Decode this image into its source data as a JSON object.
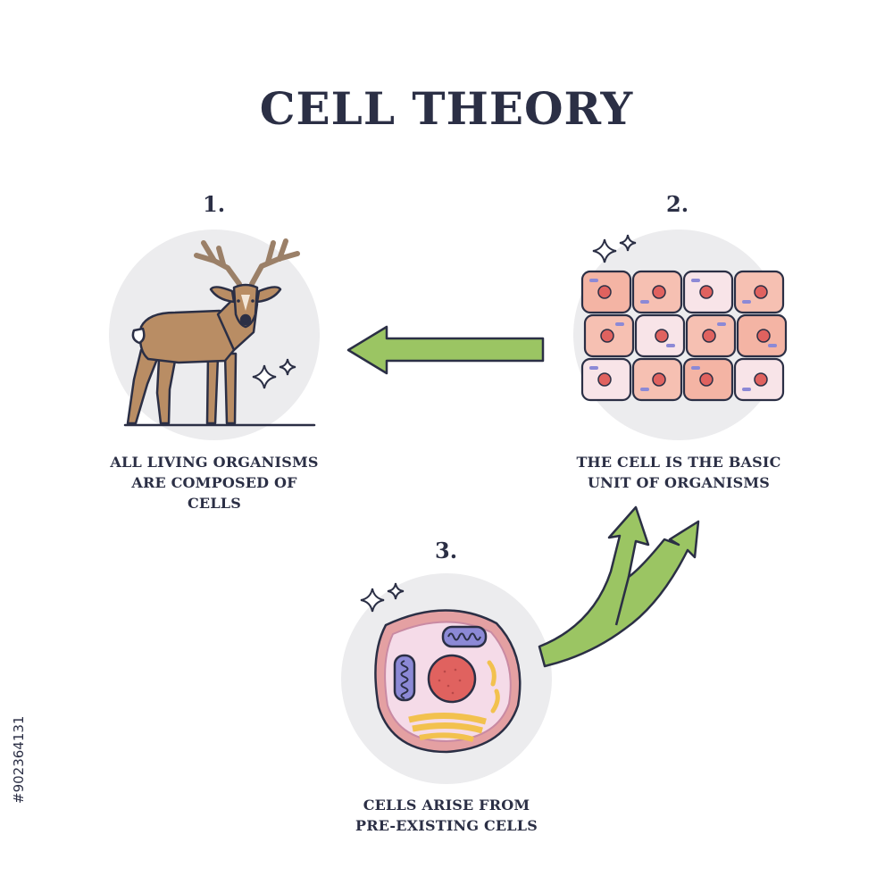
{
  "title": "CELL THEORY",
  "steps": [
    {
      "number": "1.",
      "caption_lines": [
        "ALL LIVING ORGANISMS",
        "ARE COMPOSED OF",
        "CELLS"
      ],
      "illustration": "deer-icon"
    },
    {
      "number": "2.",
      "caption_lines": [
        "THE CELL IS THE BASIC",
        "UNIT OF ORGANISMS"
      ],
      "illustration": "tissue-cells-icon"
    },
    {
      "number": "3.",
      "caption_lines": [
        "CELLS ARISE FROM",
        "PRE-EXISTING CELLS"
      ],
      "illustration": "animal-cell-icon"
    }
  ],
  "watermark_id": "#902364131",
  "colors": {
    "text": "#2b2f45",
    "circle_bg": "#ececee",
    "arrow_fill": "#9bc563",
    "cell_fill": "#f4b4a4",
    "nucleus": "#e0625f",
    "deer": "#b98d64"
  }
}
